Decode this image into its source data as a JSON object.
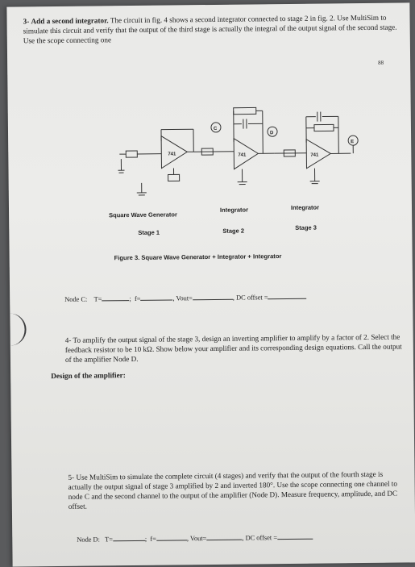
{
  "q3": {
    "number": "3-",
    "heading": "Add a second integrator.",
    "text": "The circuit in fig. 4 shows a second integrator connected to stage 2 in fig. 2. Use MultiSim to simulate this circuit and verify that the output of the third stage is actually the integral of the output signal of the second stage. Use the scope connecting one"
  },
  "page_number": "88",
  "figure": {
    "stage_names": [
      "Square Wave Generator",
      "Integrator",
      "Integrator"
    ],
    "stage_numbers": [
      "Stage 1",
      "Stage 2",
      "Stage 3"
    ],
    "caption": "Figure 3. Square Wave Generator + Integrator + Integrator",
    "opamp_label": "741",
    "probe_labels": [
      "C",
      "D",
      "E"
    ]
  },
  "nodeC": {
    "label": "Node C:",
    "t": "T=",
    "f": "f=",
    "vout": "Vout=",
    "dc": "DC offset ="
  },
  "q4": {
    "number": "4-",
    "text": "To amplify the output signal of the stage 3, design an inverting amplifier to amplify by a factor of 2. Select the feedback resistor to be 10 kΩ. Show below your amplifier and its corresponding design equations. Call the output of the amplifier Node D."
  },
  "design_label": "Design of the amplifier:",
  "q5": {
    "number": "5-",
    "text": "Use MultiSim to simulate the complete circuit (4 stages) and verify that the output of the fourth stage is actually the output signal of stage 3 amplified by 2 and inverted 180°. Use the scope connecting one channel to node C and the second channel to the output of the amplifier (Node D). Measure frequency, amplitude, and DC offset."
  },
  "nodeD": {
    "label": "Node D:",
    "t": "T=",
    "f": "f=",
    "vout": "Vout=",
    "dc": "DC offset ="
  }
}
